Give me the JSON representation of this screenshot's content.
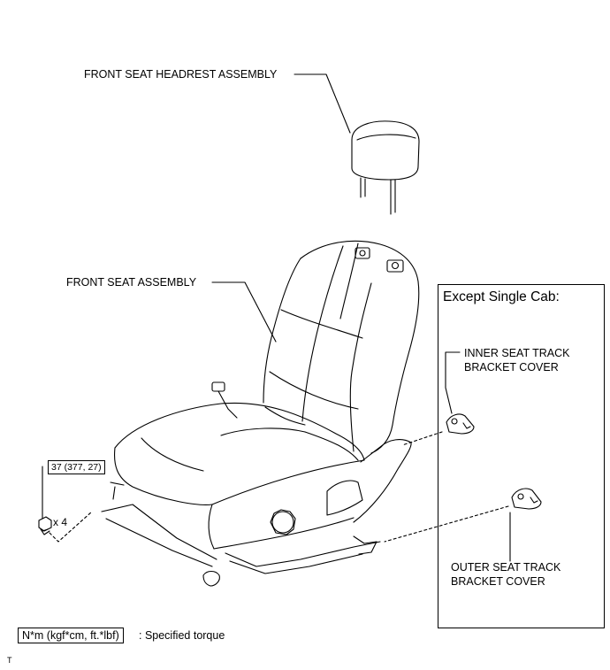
{
  "labels": {
    "headrest": "FRONT SEAT HEADREST ASSEMBLY",
    "seat": "FRONT SEAT ASSEMBLY",
    "except_title": "Except Single Cab:",
    "inner_cover_line1": "INNER SEAT TRACK",
    "inner_cover_line2": "BRACKET COVER",
    "outer_cover_line1": "OUTER  SEAT TRACK",
    "outer_cover_line2": "BRACKET COVER",
    "torque_value": "37 (377, 27)",
    "bolt_qty": "x 4",
    "legend_units": "N*m (kgf*cm, ft.*lbf)",
    "legend_desc": ": Specified torque",
    "footer_code": "T"
  }
}
